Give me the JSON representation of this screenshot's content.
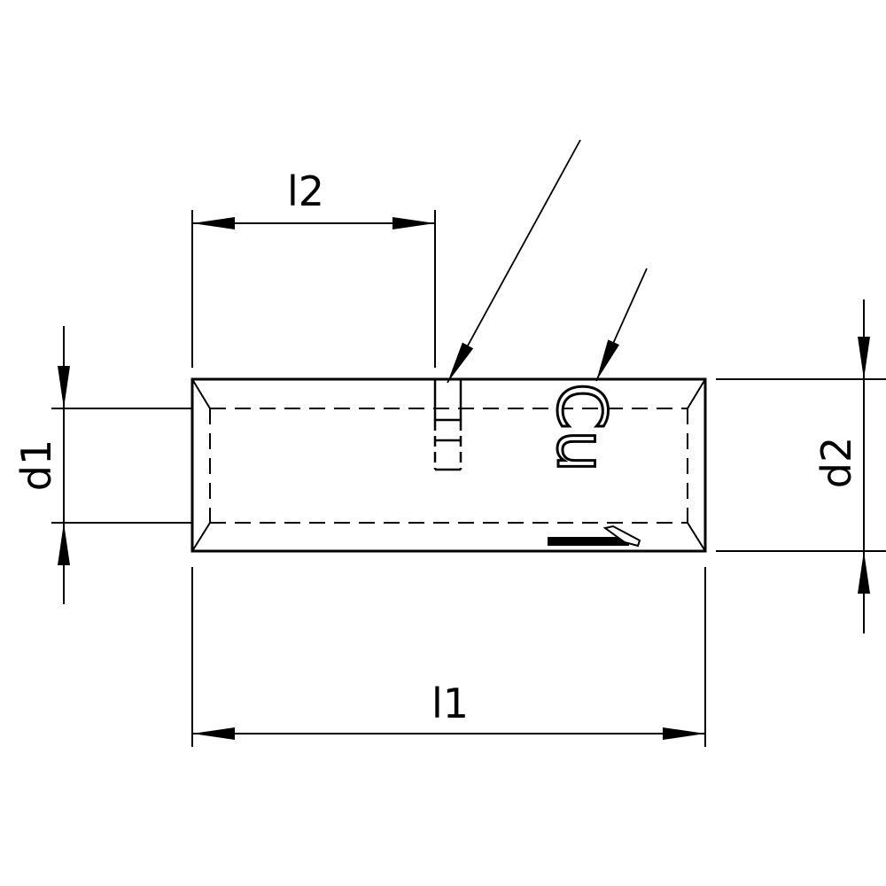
{
  "dimensions": {
    "l1": "l1",
    "l2": "l2",
    "d1": "d1",
    "d2": "d2"
  },
  "marking": "Cu",
  "colors": {
    "line": "#000000",
    "background": "#ffffff"
  }
}
